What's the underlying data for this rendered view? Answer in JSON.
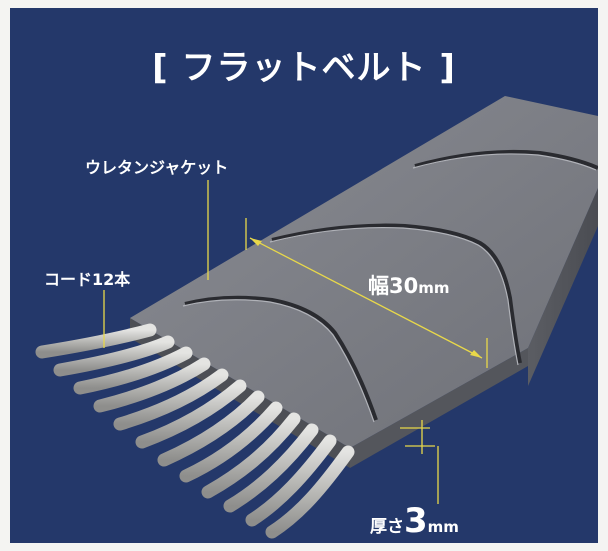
{
  "title": "[ フラットベルト ]",
  "labels": {
    "jacket": "ウレタンジャケット",
    "cords": "コード12本",
    "width_prefix": "幅30",
    "width_unit": "mm",
    "thickness_prefix": "厚さ",
    "thickness_value": "3",
    "thickness_unit": "mm"
  },
  "colors": {
    "background": "#24386a",
    "belt_top": "#7b7d84",
    "belt_side": "#5a5c62",
    "cord": "#c9c9c7",
    "leader_line": "#e8d84a",
    "text": "#ffffff"
  }
}
